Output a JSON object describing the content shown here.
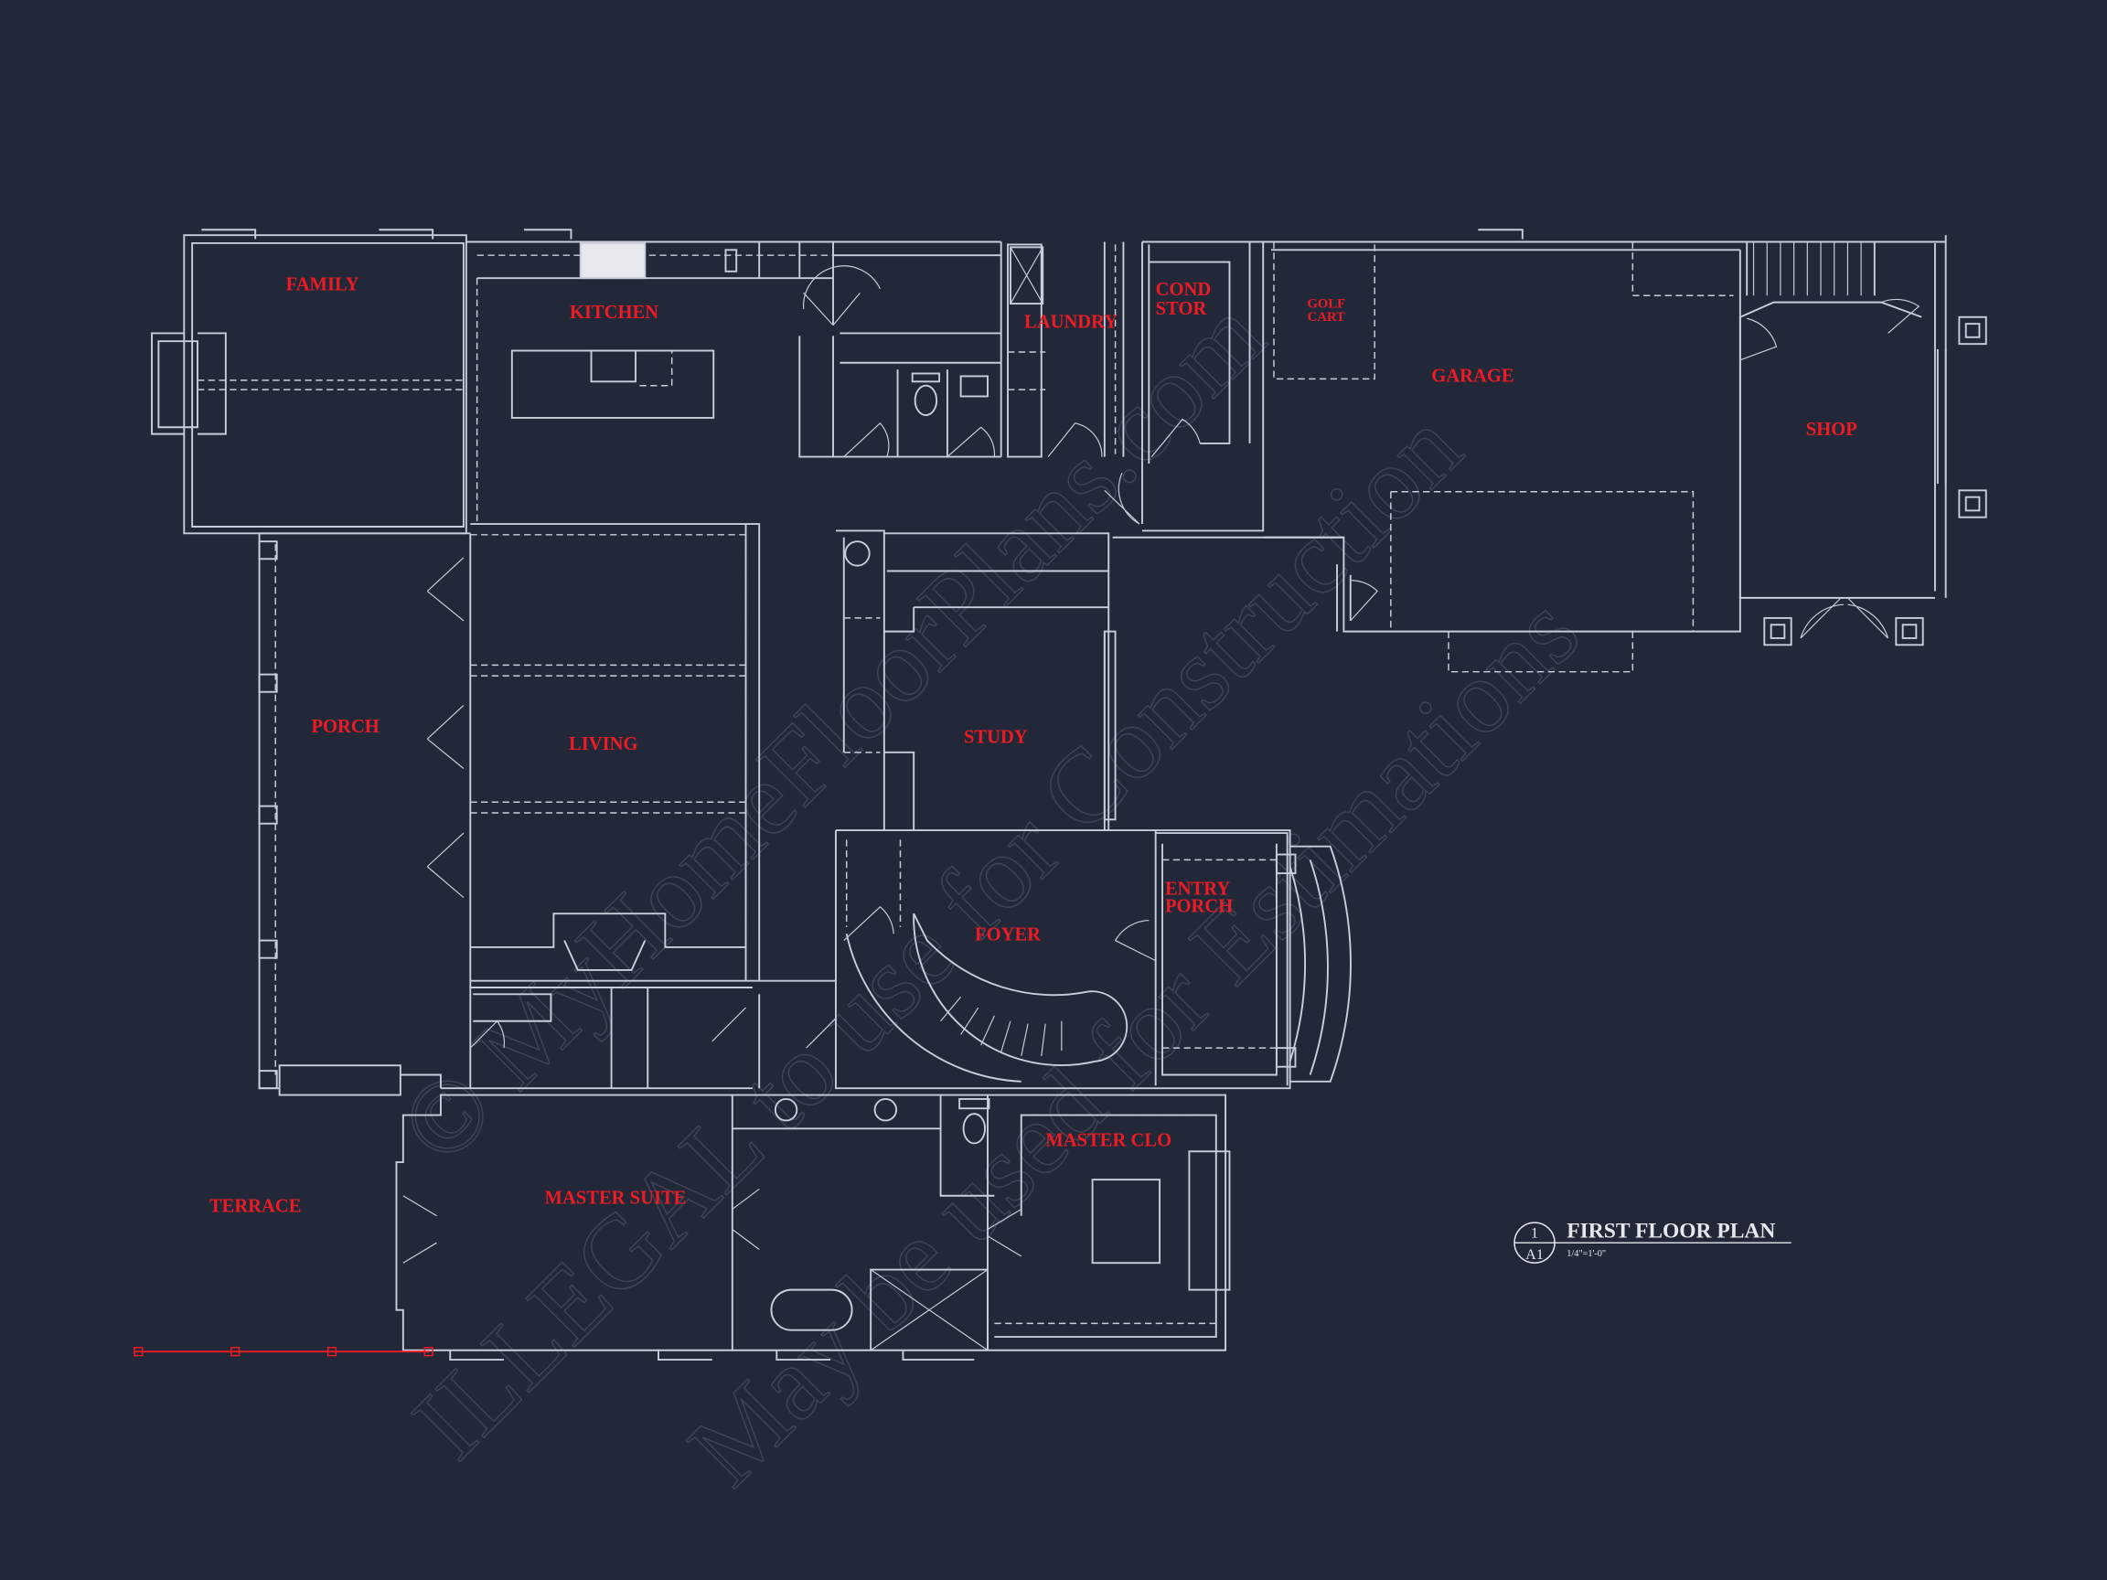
{
  "title_block": {
    "sheet_number": "1",
    "sheet_id": "A1",
    "title": "FIRST FLOOR PLAN",
    "scale": "1/4\"=1'-0\""
  },
  "rooms": {
    "family": "FAMILY",
    "kitchen": "KITCHEN",
    "laundry": "LAUNDRY",
    "cond_stor": [
      "COND",
      "STOR"
    ],
    "golf_cart": [
      "GOLF",
      "CART"
    ],
    "garage": "GARAGE",
    "shop": "SHOP",
    "porch": "PORCH",
    "living": "LIVING",
    "study": "STUDY",
    "foyer": "FOYER",
    "entry_porch": [
      "ENTRY",
      "PORCH"
    ],
    "master_clo": "MASTER CLO",
    "master_suite": "MASTER SUITE",
    "terrace": "TERRACE"
  },
  "watermark": [
    "© MyHomeFloorPlans.com",
    "ILLEGAL to use for Construction",
    "May be used for Estimations"
  ],
  "colors": {
    "background": "#232839",
    "lines": "#c9cdd9",
    "labels": "#ec1b24"
  }
}
